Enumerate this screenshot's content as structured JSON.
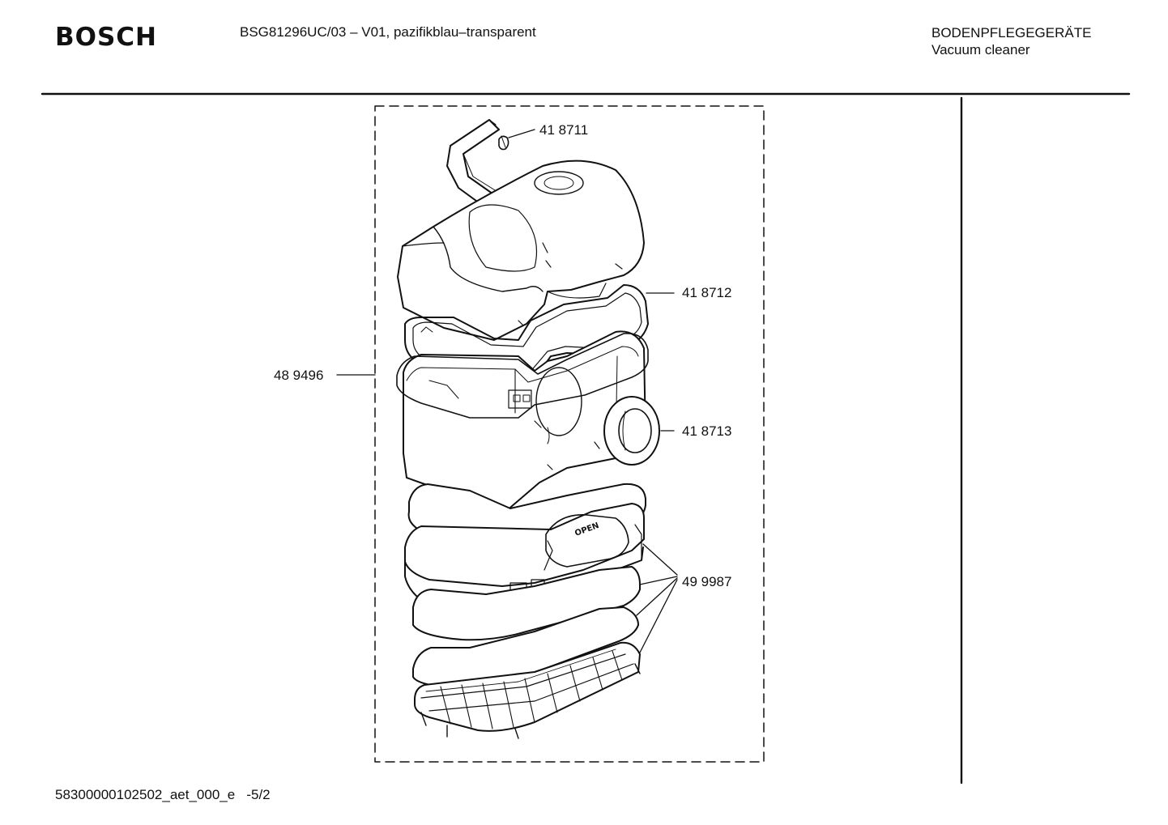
{
  "header": {
    "brand": "BOSCH",
    "model": "BSG81296UC/03 – V01, pazifikblau–transparent",
    "category_de": "BODENPFLEGEGERÄTE",
    "category_en": "Vacuum cleaner"
  },
  "diagram": {
    "part_labels": {
      "handle_clip": "41 8711",
      "lid_seal": "41 8712",
      "container_assembly": "48 9496",
      "inlet_ring": "41 8713",
      "filter_set": "49 9987"
    },
    "open_marking": "OPEN"
  },
  "footer": {
    "code": "58300000102502_aet_000_e   -5/2"
  }
}
